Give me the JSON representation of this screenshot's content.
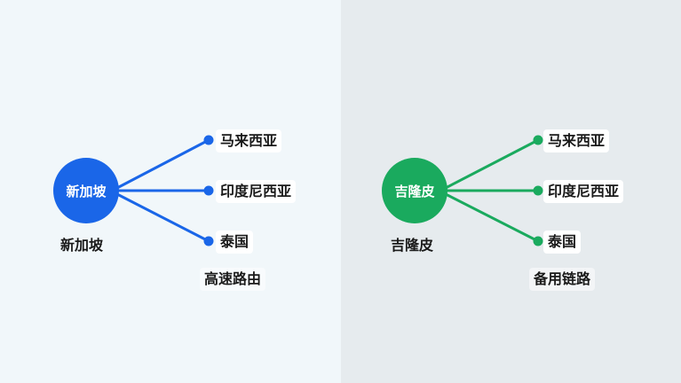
{
  "colors": {
    "left_bg": "#f1f7fa",
    "right_bg": "#e6ebee",
    "blue": "#1a66e8",
    "green": "#1aaa5e"
  },
  "left": {
    "hub_label": "新加坡",
    "hub_caption": "新加坡",
    "leaves": [
      {
        "label": "马来西亚"
      },
      {
        "label": "印度尼西亚"
      },
      {
        "label": "泰国"
      }
    ],
    "note": "高速路由"
  },
  "right": {
    "hub_label": "吉隆皮",
    "hub_caption": "吉隆皮",
    "leaves": [
      {
        "label": "马来西亚"
      },
      {
        "label": "印度尼西亚"
      },
      {
        "label": "泰国"
      }
    ],
    "note": "备用链路"
  }
}
